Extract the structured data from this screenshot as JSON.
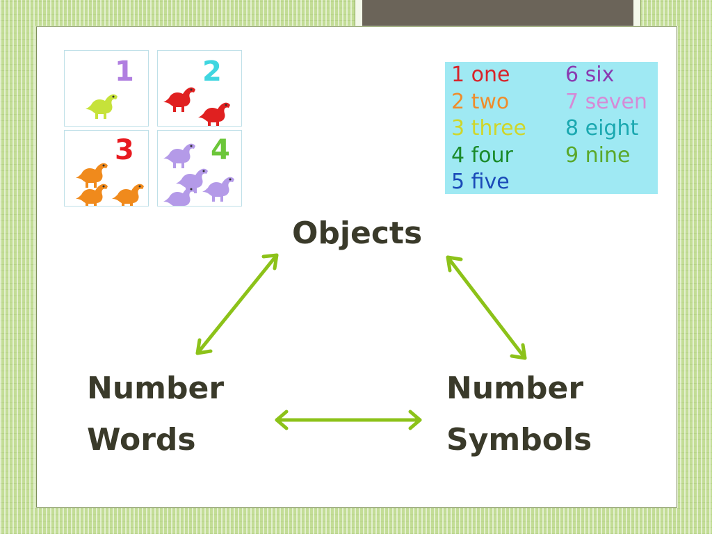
{
  "dice_cards": [
    {
      "number": "1",
      "number_color": "#b07ee0",
      "animal_color": "#c6e23a",
      "count": 1
    },
    {
      "number": "2",
      "number_color": "#3fd6e0",
      "animal_color": "#e02020",
      "count": 2
    },
    {
      "number": "3",
      "number_color": "#e8191f",
      "animal_color": "#f08a1c",
      "count": 3
    },
    {
      "number": "4",
      "number_color": "#6cc63a",
      "animal_color": "#b49ae8",
      "count": 4
    }
  ],
  "number_words": {
    "background": "#9fe9f3",
    "items": [
      {
        "digit": "1",
        "word": "one",
        "color": "#d8232a"
      },
      {
        "digit": "2",
        "word": "two",
        "color": "#f08c2a"
      },
      {
        "digit": "3",
        "word": "three",
        "color": "#cfd62a"
      },
      {
        "digit": "4",
        "word": "four",
        "color": "#1a8a2a"
      },
      {
        "digit": "5",
        "word": "five",
        "color": "#1a4ab8"
      },
      {
        "digit": "6",
        "word": "six",
        "color": "#8a3ab0"
      },
      {
        "digit": "7",
        "word": "seven",
        "color": "#d68ad6"
      },
      {
        "digit": "8",
        "word": "eight",
        "color": "#1aa8b0"
      },
      {
        "digit": "9",
        "word": "nine",
        "color": "#5aa82a"
      }
    ]
  },
  "labels": {
    "objects": "Objects",
    "number_words": [
      "Number",
      "Words"
    ],
    "number_symbols": [
      "Number",
      "Symbols"
    ]
  },
  "colors": {
    "arrow": "#8cc219",
    "label_text": "#3a3a2a",
    "background_stripes": "#c3dd96"
  }
}
